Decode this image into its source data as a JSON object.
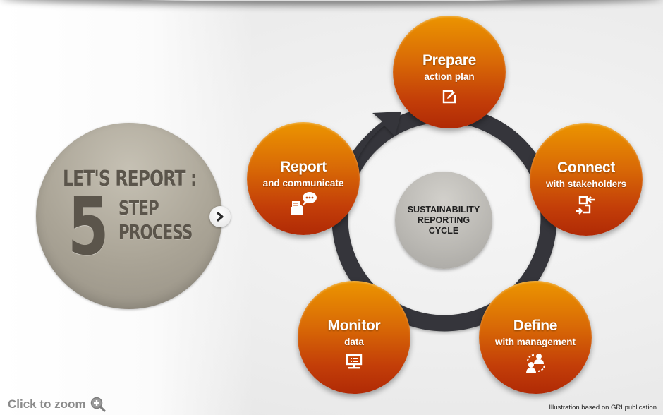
{
  "title_badge": {
    "line1": "LET'S REPORT :",
    "number": "5",
    "line2": "STEP",
    "line3": "PROCESS",
    "next_icon": "chevron-right-icon"
  },
  "cycle": {
    "center_label": "SUSTAINABILITY\nREPORTING\nCYCLE",
    "arrow_icon": "cycle-arrow-icon",
    "steps": [
      {
        "title": "Prepare",
        "subtitle": "action plan",
        "icon": "edit-icon"
      },
      {
        "title": "Connect",
        "subtitle": "with stakeholders",
        "icon": "exchange-icon"
      },
      {
        "title": "Define",
        "subtitle": "with management",
        "icon": "people-cycle-icon"
      },
      {
        "title": "Monitor",
        "subtitle": "data",
        "icon": "monitor-icon"
      },
      {
        "title": "Report",
        "subtitle": "and communicate",
        "icon": "document-chat-icon"
      }
    ]
  },
  "footer": {
    "zoom_label": "Click to zoom",
    "zoom_icon": "zoom-in-icon",
    "credit": "Illustration based on GRI publication"
  },
  "colors": {
    "node_top": "#ec9500",
    "node_bottom": "#b02a06",
    "ring": "#34363a",
    "title_disk": "#aaa496",
    "title_text": "#5b554b"
  }
}
